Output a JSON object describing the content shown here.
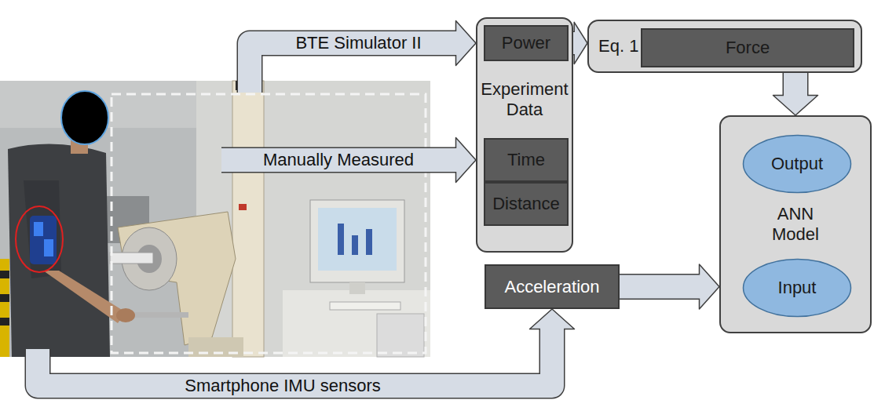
{
  "diagram": {
    "nodes": [
      {
        "text": [
          "Experiment Data"
        ]
      },
      {
        "text": [
          "Power"
        ],
        "in": 0
      },
      {
        "text": [
          "Time"
        ],
        "in": 0
      },
      {
        "text": [
          "Distance"
        ],
        "in": 0
      },
      {
        "text": [
          "Eq. 1"
        ]
      },
      {
        "text": [
          "Force"
        ],
        "in": 4
      },
      {
        "text": [
          "ANN Model"
        ]
      },
      {
        "text": [
          "Output"
        ],
        "in": 6
      },
      {
        "text": [
          "Input"
        ],
        "in": 6
      },
      {
        "text": [
          "Acceleration"
        ]
      }
    ],
    "edges": [
      {
        "from": 1,
        "to": 4,
        "arrow": "to"
      },
      {
        "from": 5,
        "to": 6,
        "arrow": "to"
      },
      {
        "from": 9,
        "to": 6,
        "arrow": "to"
      }
    ],
    "labels": [
      "BTE Simulator II",
      "Manually Measured",
      "Smartphone IMU sensors"
    ]
  }
}
